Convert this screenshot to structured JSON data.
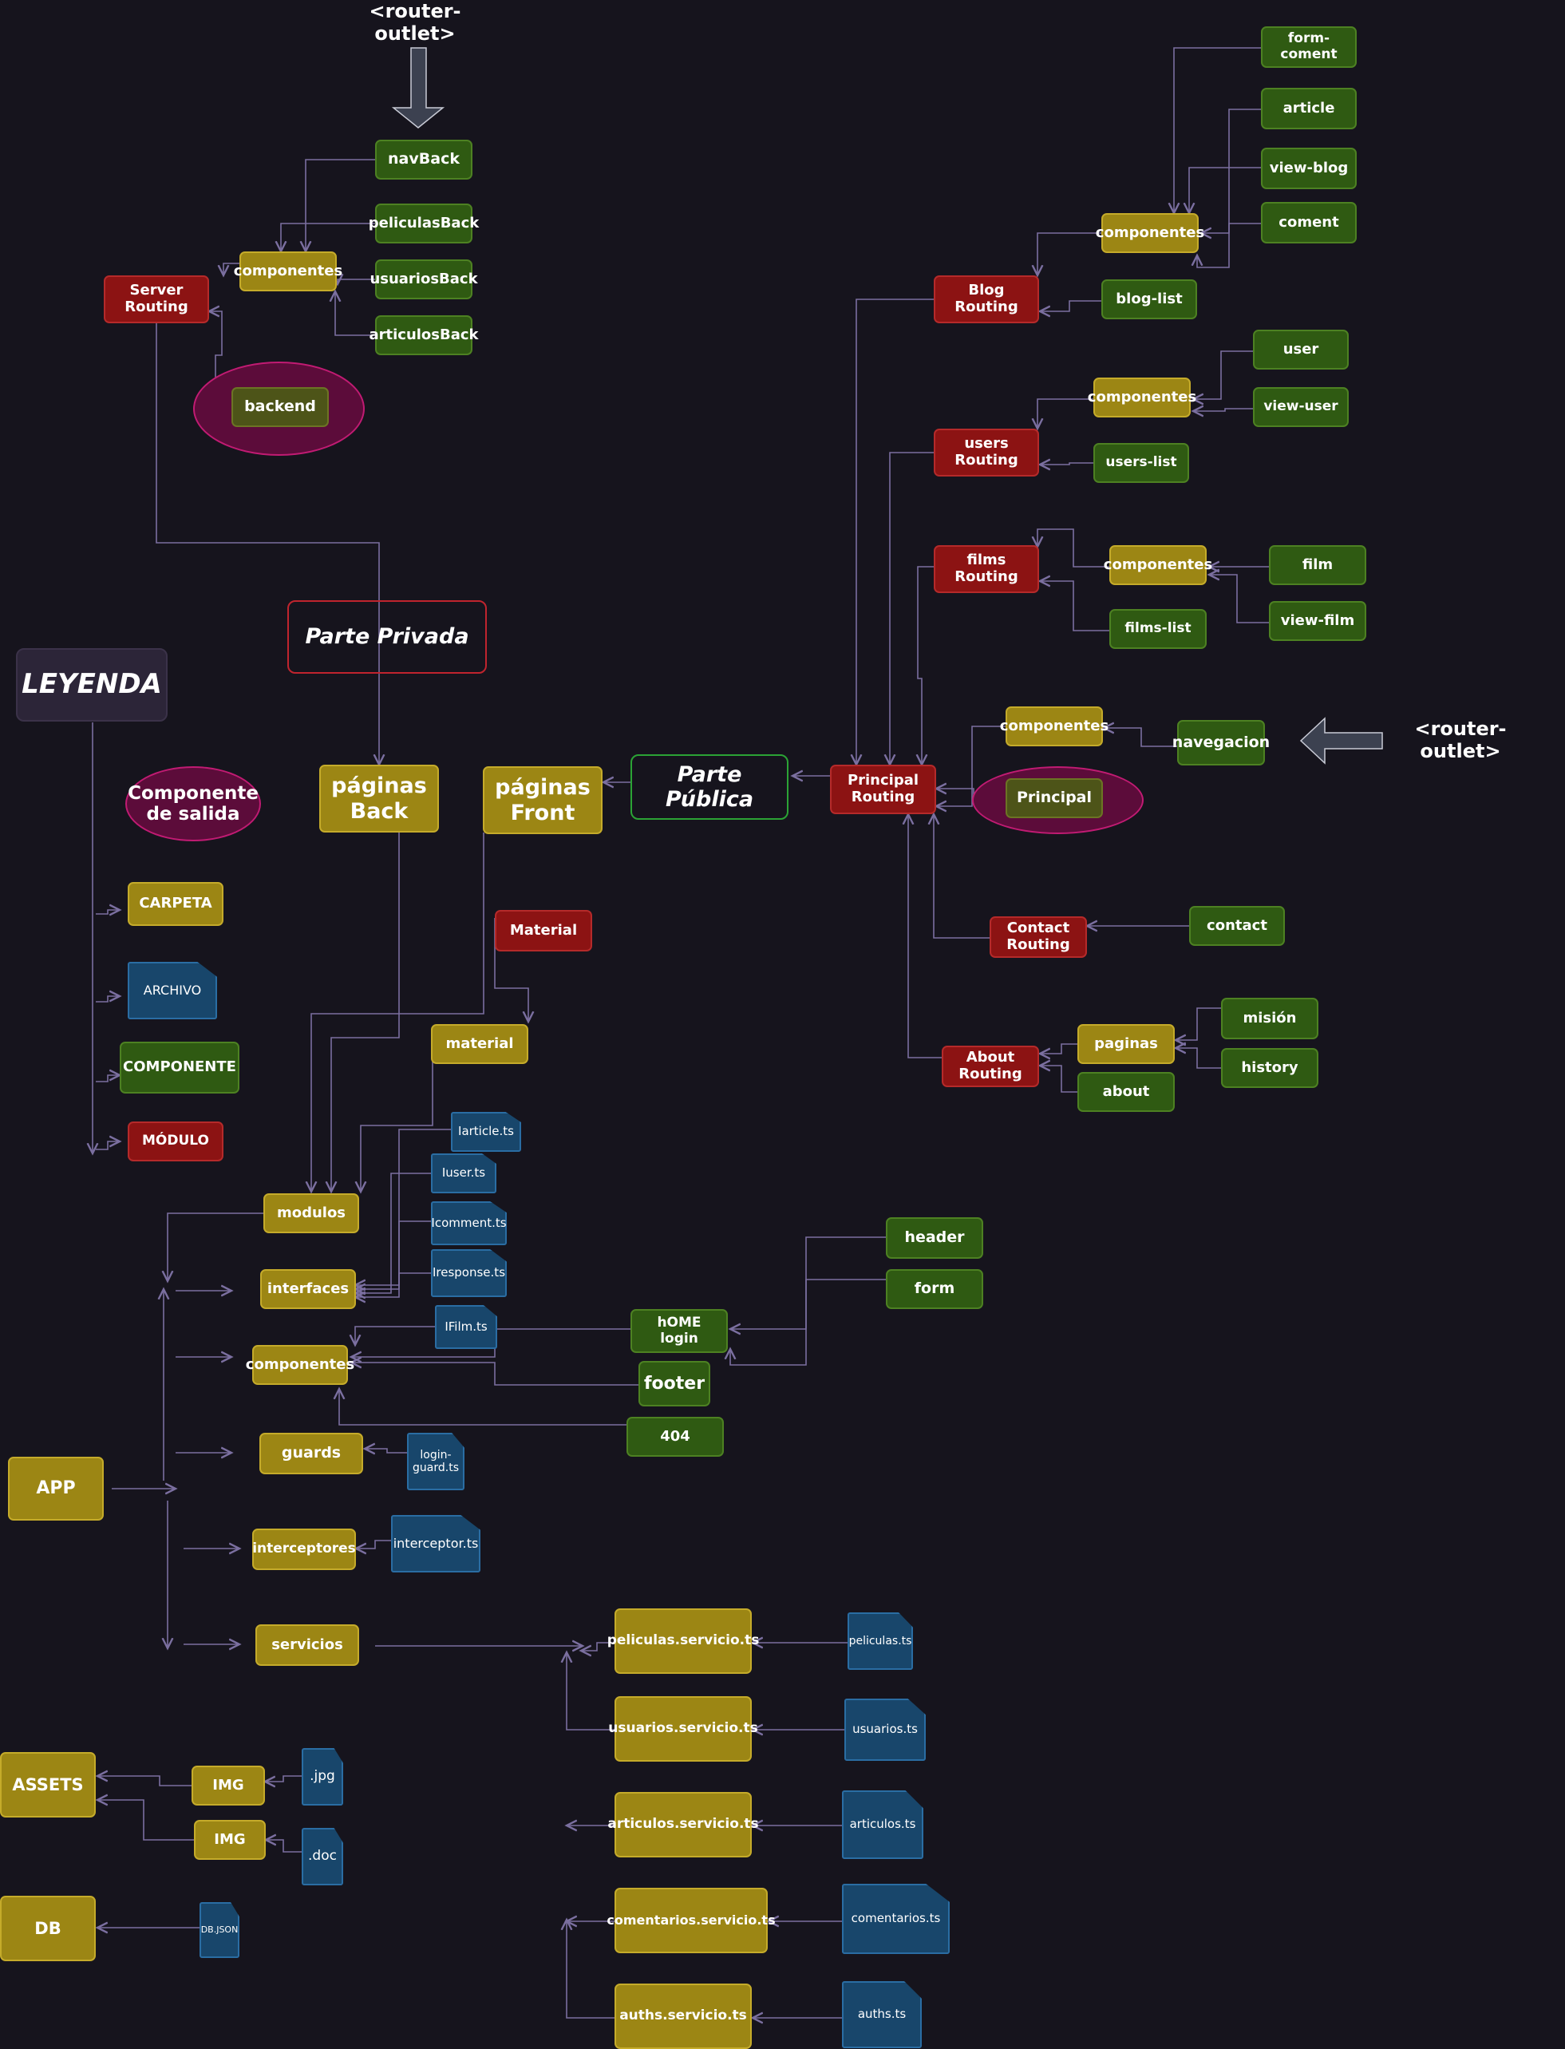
{
  "colors": {
    "background": "#16141d",
    "module": "#8c1313",
    "folder": "#9c8614",
    "component": "#2f5a12",
    "file": "#18466b",
    "edge": "#7b6fa0",
    "ellipse": "#c11b73"
  },
  "nodes": [
    {
      "id": "router_outlet_top",
      "text": "<router-outlet>",
      "kind": "text"
    },
    {
      "id": "navBack",
      "text": "navBack",
      "kind": "comp"
    },
    {
      "id": "peliculasBack",
      "text": "peliculasBack",
      "kind": "comp"
    },
    {
      "id": "usuariosBack",
      "text": "usuariosBack",
      "kind": "comp"
    },
    {
      "id": "articulosBack",
      "text": "articulosBack",
      "kind": "comp"
    },
    {
      "id": "componentes_back",
      "text": "componentes",
      "kind": "folder"
    },
    {
      "id": "server_routing",
      "text": "Server\nRouting",
      "kind": "module"
    },
    {
      "id": "backend_ellipse",
      "text": "",
      "kind": "ellipse"
    },
    {
      "id": "backend",
      "text": "backend",
      "kind": "dim"
    },
    {
      "id": "parte_privada",
      "text": "Parte Privada",
      "kind": "outred"
    },
    {
      "id": "leyenda",
      "text": "LEYENDA",
      "kind": "legend"
    },
    {
      "id": "comp_salida",
      "text": "Componente\nde salida",
      "kind": "ellipse"
    },
    {
      "id": "leg_carpeta",
      "text": "CARPETA",
      "kind": "folder"
    },
    {
      "id": "leg_archivo",
      "text": "ARCHIVO",
      "kind": "file"
    },
    {
      "id": "leg_componente",
      "text": "COMPONENTE",
      "kind": "comp"
    },
    {
      "id": "leg_modulo",
      "text": "MÓDULO",
      "kind": "module"
    },
    {
      "id": "paginas_back",
      "text": "páginas\nBack",
      "kind": "folder"
    },
    {
      "id": "paginas_front",
      "text": "páginas\nFront",
      "kind": "folder"
    },
    {
      "id": "parte_publica",
      "text": "Parte Pública",
      "kind": "outgreen"
    },
    {
      "id": "principal_routing",
      "text": "Principal\nRouting",
      "kind": "module"
    },
    {
      "id": "principal_ellipse",
      "text": "",
      "kind": "ellipse"
    },
    {
      "id": "principal",
      "text": "Principal",
      "kind": "dim"
    },
    {
      "id": "componentes_nav",
      "text": "componentes",
      "kind": "folder"
    },
    {
      "id": "navegacion",
      "text": "navegacion",
      "kind": "comp"
    },
    {
      "id": "router_outlet_right",
      "text": "<router-outlet>",
      "kind": "text"
    },
    {
      "id": "form_coment",
      "text": "form-coment",
      "kind": "comp"
    },
    {
      "id": "article",
      "text": "article",
      "kind": "comp"
    },
    {
      "id": "view_blog",
      "text": "view-blog",
      "kind": "comp"
    },
    {
      "id": "coment",
      "text": "coment",
      "kind": "comp"
    },
    {
      "id": "componentes_blog",
      "text": "componentes",
      "kind": "folder"
    },
    {
      "id": "blog_routing",
      "text": "Blog\nRouting",
      "kind": "module"
    },
    {
      "id": "blog_list",
      "text": "blog-list",
      "kind": "comp"
    },
    {
      "id": "user",
      "text": "user",
      "kind": "comp"
    },
    {
      "id": "view_user",
      "text": "view-user",
      "kind": "comp"
    },
    {
      "id": "componentes_users",
      "text": "componentes",
      "kind": "folder"
    },
    {
      "id": "users_routing",
      "text": "users\nRouting",
      "kind": "module"
    },
    {
      "id": "users_list",
      "text": "users-list",
      "kind": "comp"
    },
    {
      "id": "films_routing",
      "text": "films\nRouting",
      "kind": "module"
    },
    {
      "id": "componentes_films",
      "text": "componentes",
      "kind": "folder"
    },
    {
      "id": "film",
      "text": "film",
      "kind": "comp"
    },
    {
      "id": "view_film",
      "text": "view-film",
      "kind": "comp"
    },
    {
      "id": "films_list",
      "text": "films-list",
      "kind": "comp"
    },
    {
      "id": "contact_routing",
      "text": "Contact\nRouting",
      "kind": "module"
    },
    {
      "id": "contact",
      "text": "contact",
      "kind": "comp"
    },
    {
      "id": "about_routing",
      "text": "About\nRouting",
      "kind": "module"
    },
    {
      "id": "paginas_about",
      "text": "paginas",
      "kind": "folder"
    },
    {
      "id": "mision",
      "text": "misión",
      "kind": "comp"
    },
    {
      "id": "history",
      "text": "history",
      "kind": "comp"
    },
    {
      "id": "about",
      "text": "about",
      "kind": "comp"
    },
    {
      "id": "material_module",
      "text": "Material",
      "kind": "module"
    },
    {
      "id": "material_folder",
      "text": "material",
      "kind": "folder"
    },
    {
      "id": "iarticle",
      "text": "Iarticle.ts",
      "kind": "file"
    },
    {
      "id": "iuser",
      "text": "Iuser.ts",
      "kind": "file"
    },
    {
      "id": "icomment",
      "text": "Icomment.ts",
      "kind": "file"
    },
    {
      "id": "iresponse",
      "text": "Iresponse.ts",
      "kind": "file"
    },
    {
      "id": "ifilm",
      "text": "IFilm.ts",
      "kind": "file"
    },
    {
      "id": "modulos",
      "text": "modulos",
      "kind": "folder"
    },
    {
      "id": "interfaces",
      "text": "interfaces",
      "kind": "folder"
    },
    {
      "id": "componentes_app",
      "text": "componentes",
      "kind": "folder"
    },
    {
      "id": "header",
      "text": "header",
      "kind": "comp"
    },
    {
      "id": "form",
      "text": "form",
      "kind": "comp"
    },
    {
      "id": "home_login",
      "text": "hOME\nlogin",
      "kind": "comp"
    },
    {
      "id": "footer",
      "text": "footer",
      "kind": "comp"
    },
    {
      "id": "c404",
      "text": "404",
      "kind": "comp"
    },
    {
      "id": "guards",
      "text": "guards",
      "kind": "folder"
    },
    {
      "id": "login_guard",
      "text": "login-\nguard.ts",
      "kind": "file"
    },
    {
      "id": "app",
      "text": "APP",
      "kind": "folder"
    },
    {
      "id": "interceptores",
      "text": "interceptores",
      "kind": "folder"
    },
    {
      "id": "interceptor_ts",
      "text": "interceptor.ts",
      "kind": "file"
    },
    {
      "id": "servicios",
      "text": "servicios",
      "kind": "folder"
    },
    {
      "id": "peliculas_servicio",
      "text": "peliculas.servicio.ts",
      "kind": "folder"
    },
    {
      "id": "peliculas_ts",
      "text": "peliculas.ts",
      "kind": "file"
    },
    {
      "id": "usuarios_servicio",
      "text": "usuarios.servicio.ts",
      "kind": "folder"
    },
    {
      "id": "usuarios_ts",
      "text": "usuarios.ts",
      "kind": "file"
    },
    {
      "id": "articulos_servicio",
      "text": "articulos.servicio.ts",
      "kind": "folder"
    },
    {
      "id": "articulos_ts",
      "text": "articulos.ts",
      "kind": "file"
    },
    {
      "id": "comentarios_servicio",
      "text": "comentarios.servicio.ts",
      "kind": "folder"
    },
    {
      "id": "comentarios_ts",
      "text": "comentarios.ts",
      "kind": "file"
    },
    {
      "id": "auths_servicio",
      "text": "auths.servicio.ts",
      "kind": "folder"
    },
    {
      "id": "auths_ts",
      "text": "auths.ts",
      "kind": "file"
    },
    {
      "id": "assets",
      "text": "ASSETS",
      "kind": "folder"
    },
    {
      "id": "img1",
      "text": "IMG",
      "kind": "folder"
    },
    {
      "id": "jpg",
      "text": ".jpg",
      "kind": "file"
    },
    {
      "id": "img2",
      "text": "IMG",
      "kind": "folder"
    },
    {
      "id": "doc",
      "text": ".doc",
      "kind": "file"
    },
    {
      "id": "db",
      "text": "DB",
      "kind": "folder"
    },
    {
      "id": "db_json",
      "text": "DB.JSON",
      "kind": "file"
    }
  ]
}
